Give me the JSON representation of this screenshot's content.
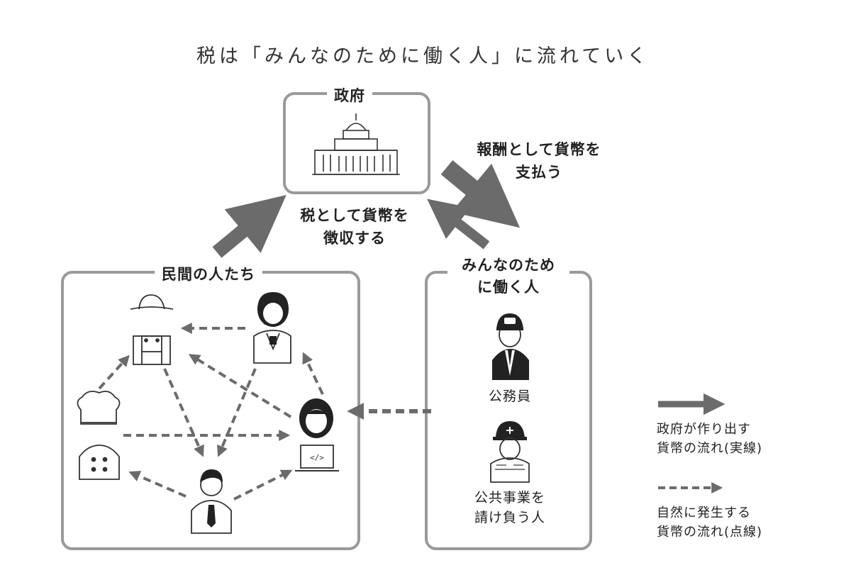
{
  "title": "税は「みんなのために働く人」に流れていく",
  "government": {
    "label": "政府"
  },
  "flows": {
    "pay_line1": "報酬として貨幣を",
    "pay_line2": "支払う",
    "tax_line1": "税として貨幣を",
    "tax_line2": "徴収する"
  },
  "private_people": {
    "label": "民間の人たち"
  },
  "public_workers": {
    "label_line1": "みんなのため",
    "label_line2": "に働く人",
    "civil_servant": "公務員",
    "contractor_line1": "公共事業を",
    "contractor_line2": "請け負う人"
  },
  "legend": {
    "solid_line1": "政府が作り出す",
    "solid_line2": "貨幣の流れ(実線)",
    "dashed_line1": "自然に発生する",
    "dashed_line2": "貨幣の流れ(点線)"
  },
  "colors": {
    "arrow": "#6b6b6b",
    "box_border": "#9a9a9a",
    "text": "#222222"
  }
}
